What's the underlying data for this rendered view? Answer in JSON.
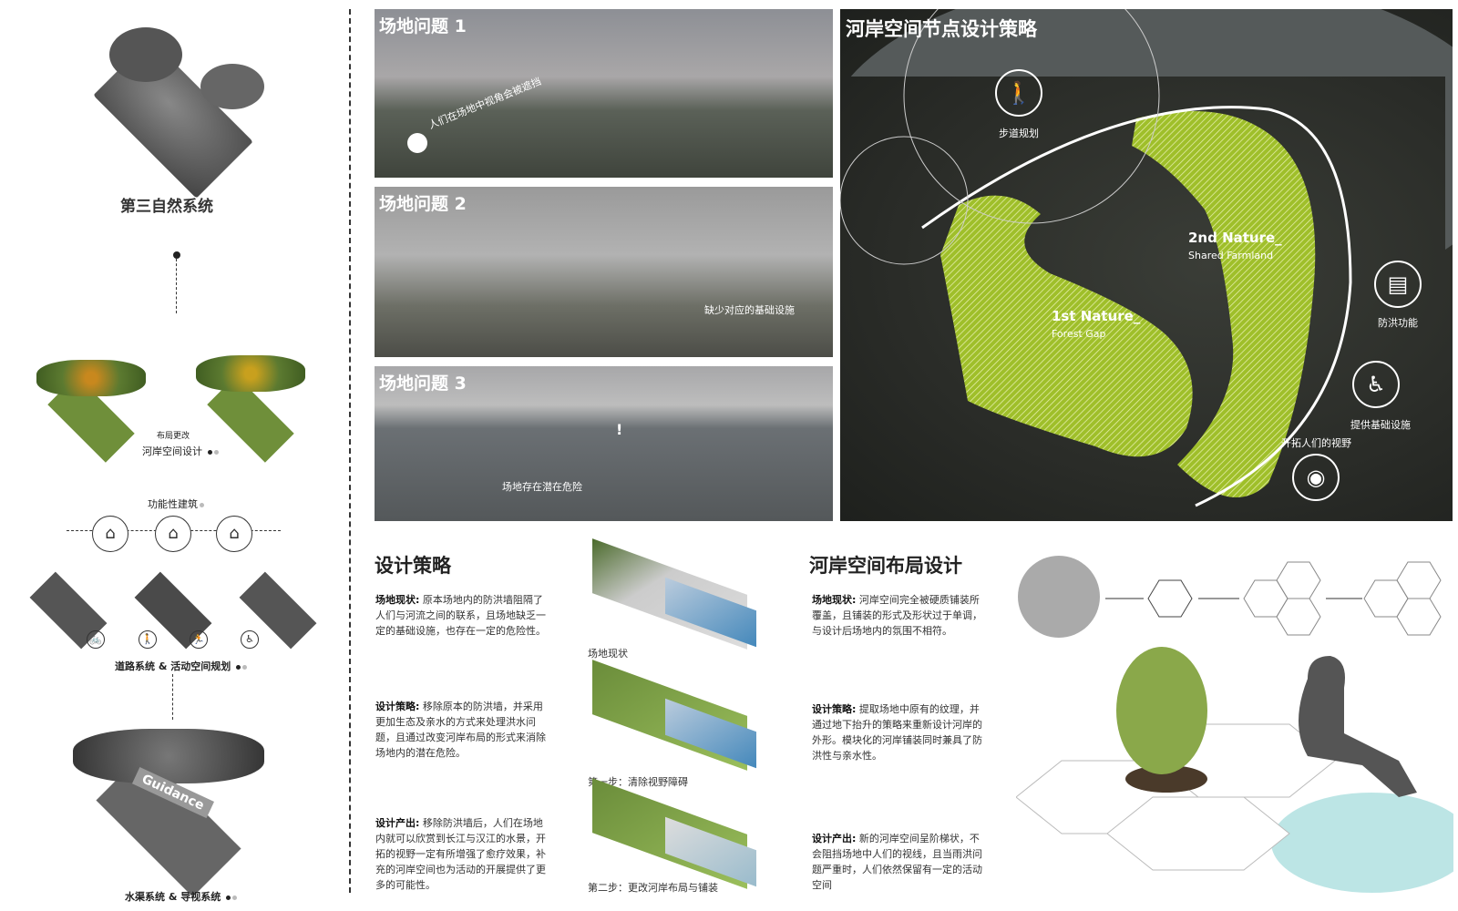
{
  "left": {
    "title": "第三自然系统",
    "label_layout_change": "布局更改",
    "label_riverbank_design": "河岸空间设计",
    "label_functional_building": "功能性建筑",
    "label_road_system": "道路系统 & 活动空间规划",
    "label_water_system": "水渠系统 & 导视系统",
    "guidance_sign": "Guidance",
    "activity_icons": [
      "bicycle-icon",
      "walking-icon",
      "running-icon",
      "wheelchair-icon"
    ]
  },
  "photos": [
    {
      "title": "场地问题 1",
      "caption": "人们在场地中视角会被遮挡"
    },
    {
      "title": "场地问题 2",
      "caption": "缺少对应的基础设施"
    },
    {
      "title": "场地问题 3",
      "caption": "场地存在潜在危险",
      "mark": "!"
    }
  ],
  "map": {
    "title": "河岸空间节点设计策略",
    "first_nature": "1st Nature_",
    "first_nature_sub": "Forest Gap",
    "second_nature": "2nd Nature_",
    "second_nature_sub": "Shared Farmland",
    "icons": [
      {
        "name": "walkway-icon",
        "label": "步道规划"
      },
      {
        "name": "flood-control-icon",
        "label": "防洪功能"
      },
      {
        "name": "infrastructure-icon",
        "label": "提供基础设施"
      },
      {
        "name": "view-icon",
        "label": "开拓人们的视野"
      }
    ]
  },
  "strategy": {
    "title": "设计策略",
    "paragraphs": [
      {
        "label": "场地现状:",
        "text": "原本场地内的防洪墙阻隔了人们与河流之间的联系，且场地缺乏一定的基础设施，也存在一定的危险性。"
      },
      {
        "label": "设计策略:",
        "text": "移除原本的防洪墙，并采用更加生态及亲水的方式来处理洪水问题，且通过改变河岸布局的形式来消除场地内的潜在危险。"
      },
      {
        "label": "设计产出:",
        "text": "移除防洪墙后，人们在场地内就可以欣赏到长江与汉江的水景，开拓的视野一定有所增强了愈疗效果，补充的河岸空间也为活动的开展提供了更多的可能性。"
      }
    ],
    "steps": [
      "场地现状",
      "第一步：清除视野障碍",
      "第二步：更改河岸布局与铺装"
    ]
  },
  "layout": {
    "title": "河岸空间布局设计",
    "paragraphs": [
      {
        "label": "场地现状:",
        "text": "河岸空间完全被硬质铺装所覆盖，且铺装的形式及形状过于单调，与设计后场地内的氛围不相符。"
      },
      {
        "label": "设计策略:",
        "text": "提取场地中原有的纹理，并通过地下抬升的策略来重新设计河岸的外形。模块化的河岸铺装同时兼具了防洪性与亲水性。"
      },
      {
        "label": "设计产出:",
        "text": "新的河岸空间呈阶梯状，不会阻挡场地中人们的视线，且当雨洪问题严重时，人们依然保留有一定的活动空间"
      }
    ]
  }
}
